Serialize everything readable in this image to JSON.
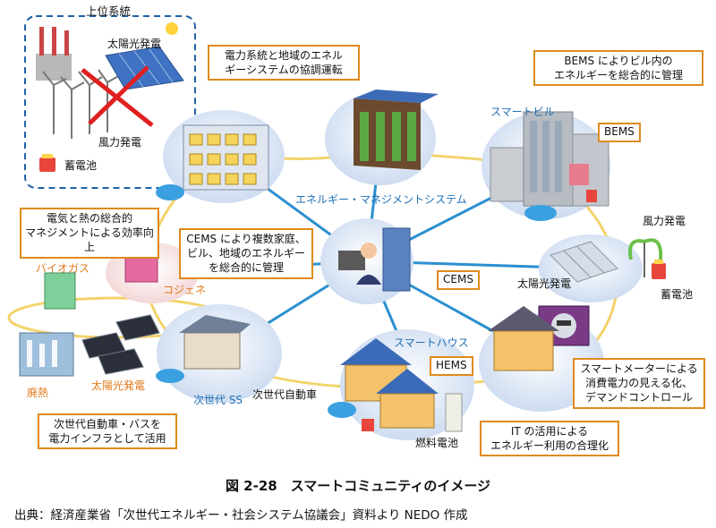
{
  "upper_system": {
    "title": "上位系統",
    "solar": "太陽光発電",
    "wind": "風力発電",
    "battery": "蓄電池"
  },
  "callouts": {
    "grid_coordination": [
      "電力系統と地域のエネル",
      "ギーシステムの協調運転"
    ],
    "bems_note": [
      "BEMS によりビル内の",
      "エネルギーを総合的に管理"
    ],
    "heat_power": [
      "電気と熱の総合的",
      "マネジメントによる効率向上"
    ],
    "cems_note": [
      "CEMS により複数家庭、",
      "ビル、地域のエネルギー",
      "を総合的に管理"
    ],
    "ev_infra": [
      "次世代自動車・バスを",
      "電力インフラとして活用"
    ],
    "it_use": [
      "IT の活用による",
      "エネルギー利用の合理化"
    ],
    "smart_meter": [
      "スマートメーターによる",
      "消費電力の見える化、",
      "デマンドコントロール"
    ]
  },
  "labels": {
    "ems_system": "エネルギー・マネジメントシステム",
    "smart_building": "スマートビル",
    "bems": "BEMS",
    "wind_right": "風力発電",
    "solar_right": "太陽光発電",
    "battery_right": "蓄電池",
    "cems": "CEMS",
    "biogas": "バイオガス",
    "cogeneration": "コジェネ",
    "waste_heat": "廃熱",
    "solar_left": "太陽光発電",
    "next_gen_ss": "次世代 SS",
    "next_gen_car": "次世代自動車",
    "smart_house": "スマートハウス",
    "hems": "HEMS",
    "fuel_cell": "燃料電池"
  },
  "caption": "図 2-28　スマートコミュニティのイメージ",
  "source": "出典：経済産業省「次世代エネルギー・社会システム協議会」資料より NEDO 作成"
}
